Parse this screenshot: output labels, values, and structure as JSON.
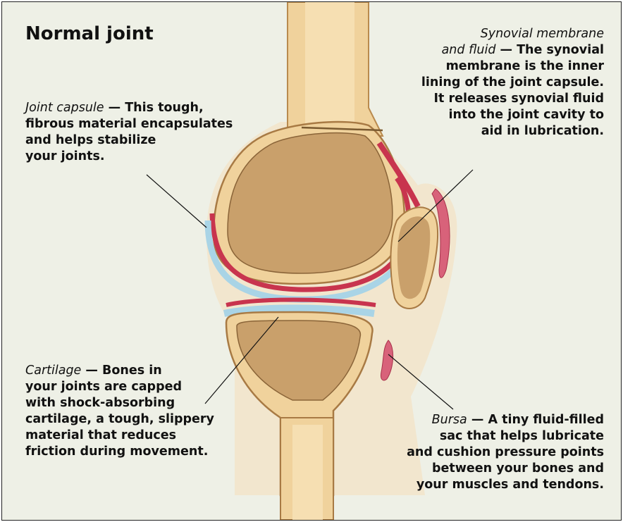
{
  "title": "Normal joint",
  "labels": {
    "joint_capsule": {
      "term": "Joint capsule",
      "lines": [
        "— This tough,",
        "fibrous material encapsulates",
        "and helps stabilize",
        "your joints."
      ]
    },
    "synovial": {
      "term_line1": "Synovial membrane",
      "term_line2": "and fluid",
      "lines": [
        "— The synovial",
        "membrane is the inner",
        "lining of the joint capsule.",
        "It releases synovial fluid",
        "into the joint cavity to",
        "aid in lubrication."
      ]
    },
    "cartilage": {
      "term": "Cartilage",
      "lines": [
        "— Bones in",
        "your joints are capped",
        "with shock-absorbing",
        "cartilage, a tough, slippery",
        "material that reduces",
        "friction during movement."
      ]
    },
    "bursa": {
      "term": "Bursa",
      "lines": [
        "— A tiny fluid-filled",
        "sac that helps lubricate",
        "and cushion pressure points",
        "between your bones and",
        "your muscles and tendons."
      ]
    }
  },
  "colors": {
    "background": "#eef0e6",
    "bone_outer": "#f0d29c",
    "bone_spongy": "#c9a06b",
    "membrane": "#c8344e",
    "cartilage": "#a9d4e6"
  }
}
